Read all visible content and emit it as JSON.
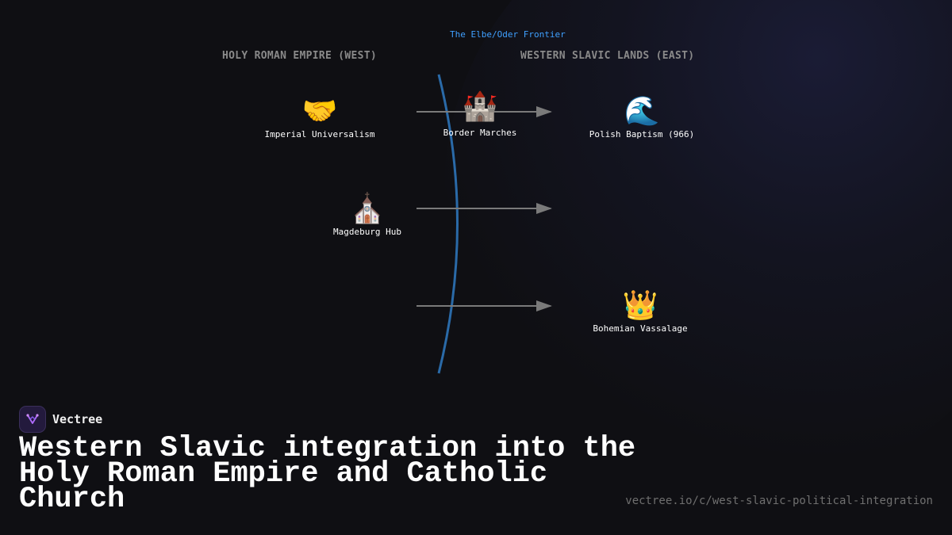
{
  "diagram": {
    "frontier_label": "The Elbe/Oder Frontier",
    "west_header": "HOLY ROMAN EMPIRE (WEST)",
    "east_header": "WESTERN SLAVIC LANDS (EAST)",
    "nodes": [
      {
        "emoji": "🤝",
        "label": "Imperial Universalism"
      },
      {
        "emoji": "🏰",
        "label": "Border Marches"
      },
      {
        "emoji": "🌊",
        "label": "Polish Baptism (966)"
      },
      {
        "emoji": "⛪",
        "label": "Magdeburg Hub"
      },
      {
        "emoji": "👑",
        "label": "Bohemian Vassalage"
      }
    ],
    "colors": {
      "frontier": "#2a6aa8",
      "arrow": "#7a7a7a",
      "frontier_label": "#3fa0ff"
    }
  },
  "brand": {
    "name": "Vectree",
    "logo_icon": "vectree-logo-icon"
  },
  "title": "Western Slavic integration into the Holy Roman Empire and Catholic Church",
  "url": "vectree.io/c/west-slavic-political-integration"
}
